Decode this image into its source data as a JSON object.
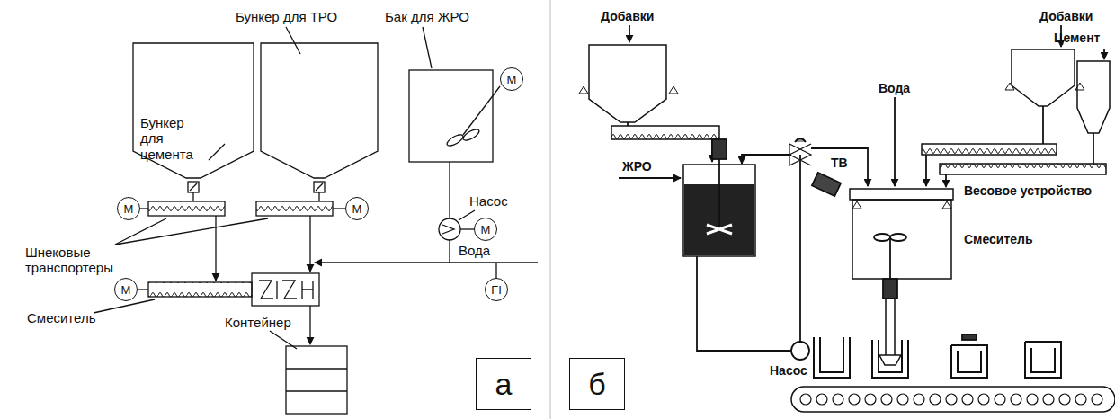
{
  "diagram": {
    "nodes": [
      {
        "text": [
          "M"
        ]
      },
      {
        "text": [
          "M"
        ]
      },
      {
        "text": [
          "M"
        ]
      },
      {
        "text": [
          "M"
        ]
      },
      {
        "text": [
          "FI"
        ]
      },
      {
        "text": [
          "M"
        ]
      },
      {
        "text": [
          "а"
        ]
      },
      {
        "text": [
          "б"
        ]
      }
    ],
    "labels": [
      "Бункер для ТРО",
      "Бак для ЖРО",
      "Бункер для цемента",
      "Насос",
      "Шнековые транспортеры",
      "Вода",
      "Смеситель",
      "Контейнер",
      "Добавки",
      "ЖРО",
      "Насос",
      "Вода",
      "ТВ",
      "Добавки",
      "Цемент",
      "Весовое устройство",
      "Смеситель"
    ]
  }
}
